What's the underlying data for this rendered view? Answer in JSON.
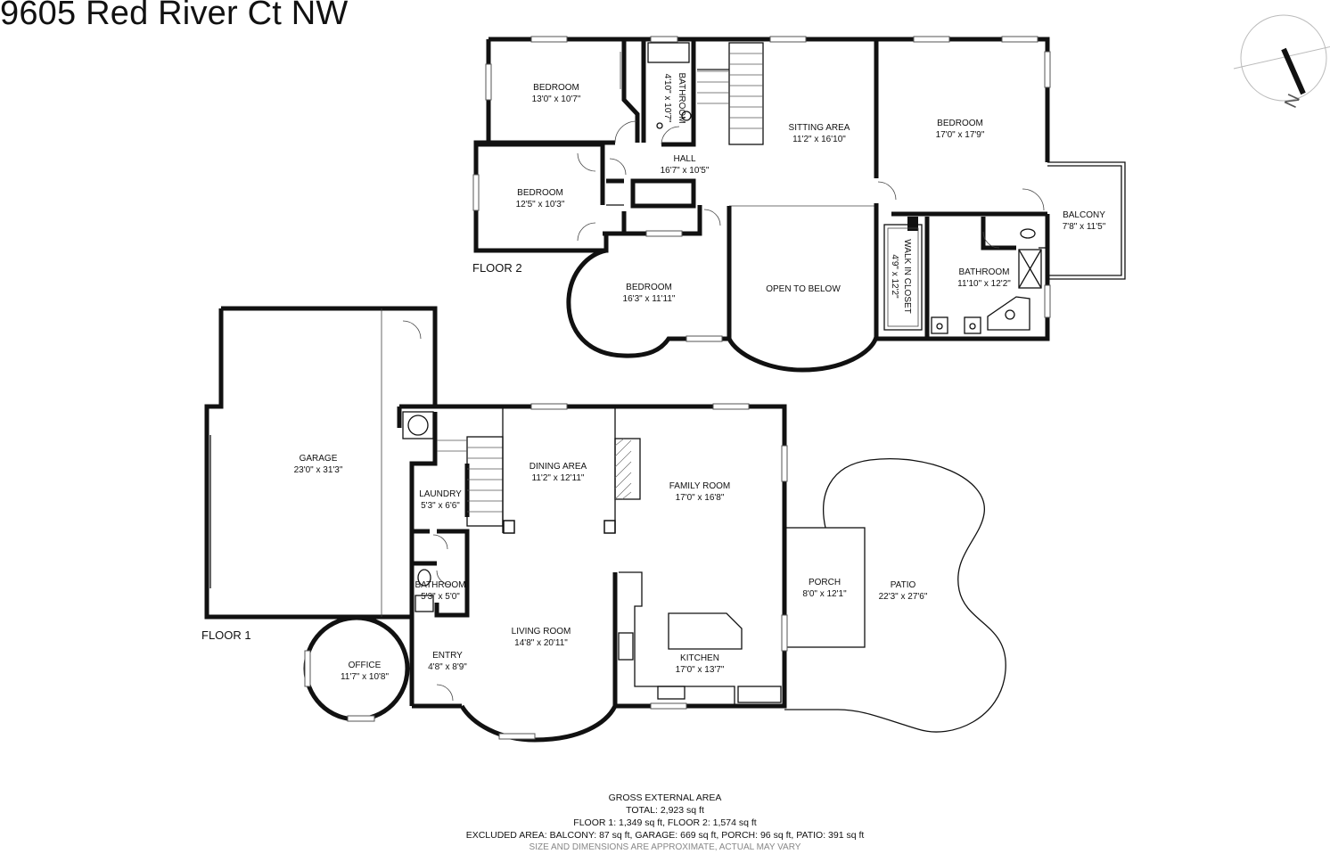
{
  "address": "9605 Red River Ct NW",
  "floor_labels": {
    "floor2": "FLOOR 2",
    "floor1": "FLOOR 1"
  },
  "compass_letter": "N",
  "floor2_rooms": {
    "bedroom_a": {
      "name": "BEDROOM",
      "dims": "13'0\" x 10'7\""
    },
    "bathroom_a": {
      "name": "BATHROOM",
      "dims": "4'10\" x 10'7\""
    },
    "sitting": {
      "name": "SITTING AREA",
      "dims": "11'2\" x 16'10\""
    },
    "bedroom_master": {
      "name": "BEDROOM",
      "dims": "17'0\" x 17'9\""
    },
    "hall": {
      "name": "HALL",
      "dims": "16'7\" x 10'5\""
    },
    "bedroom_b": {
      "name": "BEDROOM",
      "dims": "12'5\" x 10'3\""
    },
    "balcony": {
      "name": "BALCONY",
      "dims": "7'8\" x 11'5\""
    },
    "walkin": {
      "name": "WALK IN CLOSET",
      "dims": "4'9\" x 12'2\""
    },
    "bathroom_master": {
      "name": "BATHROOM",
      "dims": "11'10\" x 12'2\""
    },
    "bedroom_c": {
      "name": "BEDROOM",
      "dims": "16'3\" x 11'11\""
    },
    "open_below": {
      "name": "OPEN TO BELOW"
    }
  },
  "floor1_rooms": {
    "garage": {
      "name": "GARAGE",
      "dims": "23'0\" x 31'3\""
    },
    "dining": {
      "name": "DINING AREA",
      "dims": "11'2\" x 12'11\""
    },
    "family": {
      "name": "FAMILY ROOM",
      "dims": "17'0\" x 16'8\""
    },
    "laundry": {
      "name": "LAUNDRY",
      "dims": "5'3\" x 6'6\""
    },
    "bathroom": {
      "name": "BATHROOM",
      "dims": "5'3\" x 5'0\""
    },
    "porch": {
      "name": "PORCH",
      "dims": "8'0\" x 12'1\""
    },
    "patio": {
      "name": "PATIO",
      "dims": "22'3\" x 27'6\""
    },
    "living": {
      "name": "LIVING ROOM",
      "dims": "14'8\" x 20'11\""
    },
    "entry": {
      "name": "ENTRY",
      "dims": "4'8\" x 8'9\""
    },
    "office": {
      "name": "OFFICE",
      "dims": "11'7\" x 10'8\""
    },
    "kitchen": {
      "name": "KITCHEN",
      "dims": "17'0\" x 13'7\""
    }
  },
  "summary": {
    "heading": "GROSS EXTERNAL AREA",
    "total": "TOTAL: 2,923 sq ft",
    "floors": "FLOOR 1: 1,349 sq ft, FLOOR 2: 1,574 sq ft",
    "excluded": "EXCLUDED AREA: BALCONY: 87 sq ft, GARAGE: 669 sq ft, PORCH: 96 sq ft, PATIO: 391 sq ft",
    "disclaimer": "SIZE AND DIMENSIONS ARE APPROXIMATE, ACTUAL MAY VARY"
  }
}
